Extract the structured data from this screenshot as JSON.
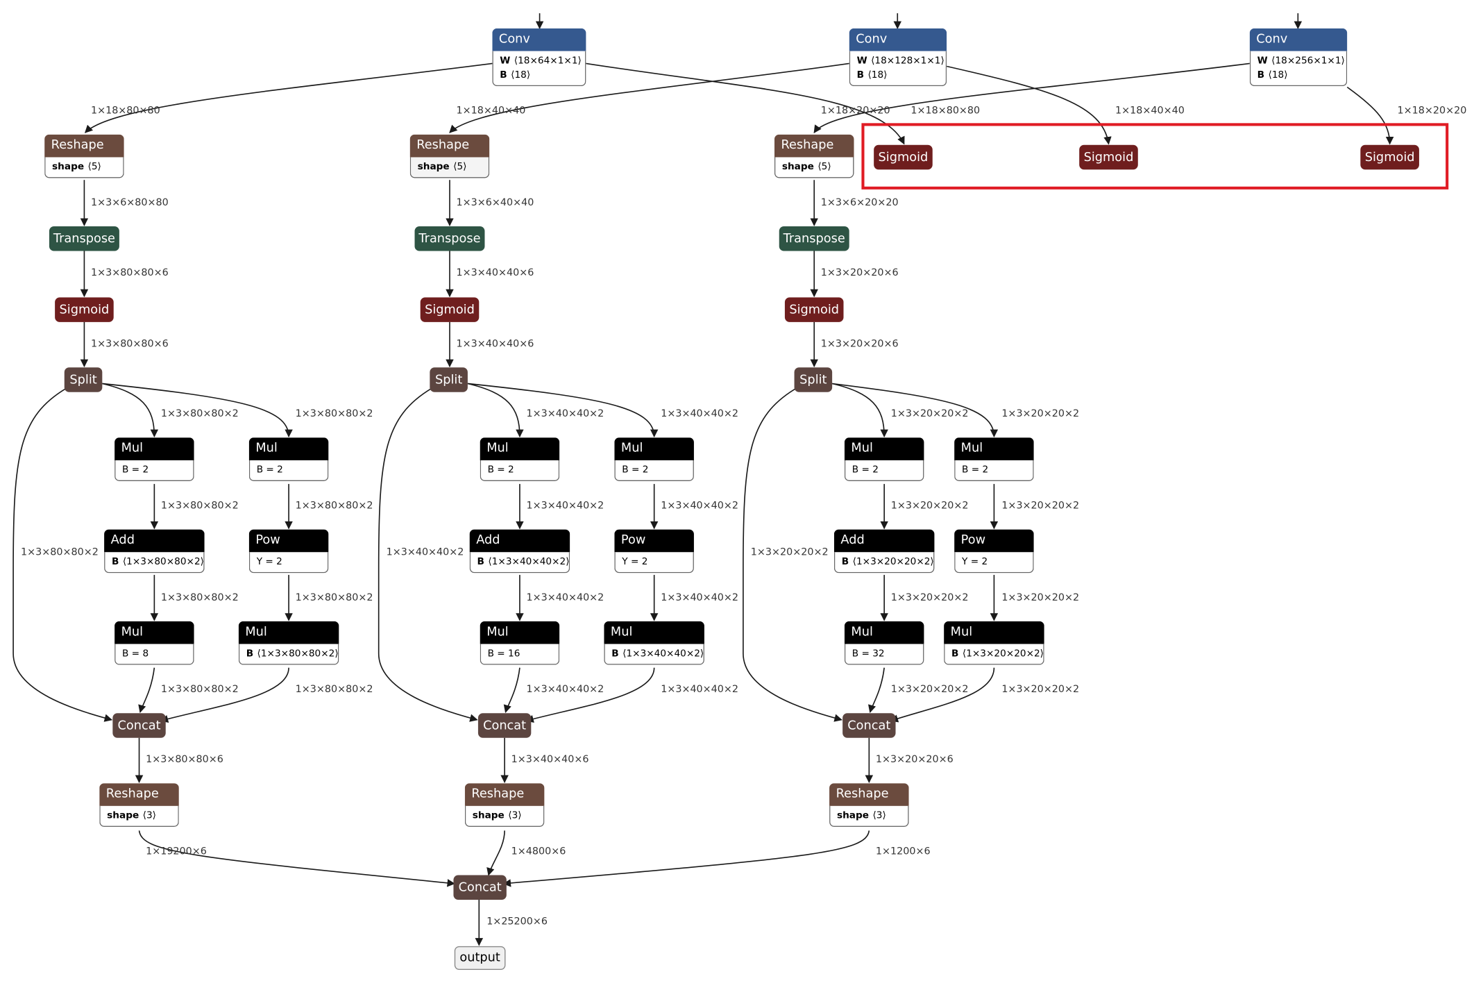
{
  "colors": {
    "conv": "#35598f",
    "reshape": "#6b4b3e",
    "transpose": "#2e5444",
    "sigmoid": "#6f1e1e",
    "split": "#5c4540",
    "concat": "#5c4540",
    "math": "#000000",
    "output": "#f0f0f0",
    "edge": "#1a1a1a",
    "highlight": "#e01b24"
  },
  "nodes": {
    "conv1": {
      "title": "Conv",
      "attrs": [
        {
          "k": "W",
          "v": "⟨18×64×1×1⟩"
        },
        {
          "k": "B",
          "v": "⟨18⟩"
        }
      ]
    },
    "conv2": {
      "title": "Conv",
      "attrs": [
        {
          "k": "W",
          "v": "⟨18×128×1×1⟩"
        },
        {
          "k": "B",
          "v": "⟨18⟩"
        }
      ]
    },
    "conv3": {
      "title": "Conv",
      "attrs": [
        {
          "k": "W",
          "v": "⟨18×256×1×1⟩"
        },
        {
          "k": "B",
          "v": "⟨18⟩"
        }
      ]
    },
    "sigA": {
      "title": "Sigmoid"
    },
    "sigB": {
      "title": "Sigmoid"
    },
    "sigC": {
      "title": "Sigmoid"
    },
    "reshape1": {
      "title": "Reshape",
      "attrs": [
        {
          "k": "shape",
          "v": "⟨5⟩"
        }
      ]
    },
    "reshape2": {
      "title": "Reshape",
      "attrs": [
        {
          "k": "shape",
          "v": "⟨5⟩"
        }
      ]
    },
    "reshape3": {
      "title": "Reshape",
      "attrs": [
        {
          "k": "shape",
          "v": "⟨5⟩"
        }
      ]
    },
    "transpose1": {
      "title": "Transpose"
    },
    "transpose2": {
      "title": "Transpose"
    },
    "transpose3": {
      "title": "Transpose"
    },
    "sigmoid1": {
      "title": "Sigmoid"
    },
    "sigmoid2": {
      "title": "Sigmoid"
    },
    "sigmoid3": {
      "title": "Sigmoid"
    },
    "split1": {
      "title": "Split"
    },
    "split2": {
      "title": "Split"
    },
    "split3": {
      "title": "Split"
    },
    "mulA1": {
      "title": "Mul",
      "attrs": [
        {
          "k": "",
          "v": "B = 2"
        }
      ]
    },
    "mulA2": {
      "title": "Mul",
      "attrs": [
        {
          "k": "",
          "v": "B = 2"
        }
      ]
    },
    "mulA3": {
      "title": "Mul",
      "attrs": [
        {
          "k": "",
          "v": "B = 2"
        }
      ]
    },
    "mulB1": {
      "title": "Mul",
      "attrs": [
        {
          "k": "",
          "v": "B = 2"
        }
      ]
    },
    "mulB2": {
      "title": "Mul",
      "attrs": [
        {
          "k": "",
          "v": "B = 2"
        }
      ]
    },
    "mulB3": {
      "title": "Mul",
      "attrs": [
        {
          "k": "",
          "v": "B = 2"
        }
      ]
    },
    "add1": {
      "title": "Add",
      "attrs": [
        {
          "k": "B",
          "v": "⟨1×3×80×80×2⟩"
        }
      ]
    },
    "add2": {
      "title": "Add",
      "attrs": [
        {
          "k": "B",
          "v": "⟨1×3×40×40×2⟩"
        }
      ]
    },
    "add3": {
      "title": "Add",
      "attrs": [
        {
          "k": "B",
          "v": "⟨1×3×20×20×2⟩"
        }
      ]
    },
    "pow1": {
      "title": "Pow",
      "attrs": [
        {
          "k": "",
          "v": "Y = 2"
        }
      ]
    },
    "pow2": {
      "title": "Pow",
      "attrs": [
        {
          "k": "",
          "v": "Y = 2"
        }
      ]
    },
    "pow3": {
      "title": "Pow",
      "attrs": [
        {
          "k": "",
          "v": "Y = 2"
        }
      ]
    },
    "mulC1": {
      "title": "Mul",
      "attrs": [
        {
          "k": "",
          "v": "B = 8"
        }
      ]
    },
    "mulC2": {
      "title": "Mul",
      "attrs": [
        {
          "k": "",
          "v": "B = 16"
        }
      ]
    },
    "mulC3": {
      "title": "Mul",
      "attrs": [
        {
          "k": "",
          "v": "B = 32"
        }
      ]
    },
    "mulD1": {
      "title": "Mul",
      "attrs": [
        {
          "k": "B",
          "v": "⟨1×3×80×80×2⟩"
        }
      ]
    },
    "mulD2": {
      "title": "Mul",
      "attrs": [
        {
          "k": "B",
          "v": "⟨1×3×40×40×2⟩"
        }
      ]
    },
    "mulD3": {
      "title": "Mul",
      "attrs": [
        {
          "k": "B",
          "v": "⟨1×3×20×20×2⟩"
        }
      ]
    },
    "concat1": {
      "title": "Concat"
    },
    "concat2": {
      "title": "Concat"
    },
    "concat3": {
      "title": "Concat"
    },
    "reshapeOut1": {
      "title": "Reshape",
      "attrs": [
        {
          "k": "shape",
          "v": "⟨3⟩"
        }
      ]
    },
    "reshapeOut2": {
      "title": "Reshape",
      "attrs": [
        {
          "k": "shape",
          "v": "⟨3⟩"
        }
      ]
    },
    "reshapeOut3": {
      "title": "Reshape",
      "attrs": [
        {
          "k": "shape",
          "v": "⟨3⟩"
        }
      ]
    },
    "concatFinal": {
      "title": "Concat"
    },
    "output": {
      "title": "output"
    }
  },
  "edge_labels": {
    "c1_r1": "1×18×80×80",
    "c2_r2": "1×18×40×40",
    "c3_r3": "1×18×20×20",
    "c1_sa": "1×18×80×80",
    "c2_sb": "1×18×40×40",
    "c3_sc": "1×18×20×20",
    "r1_t1": "1×3×6×80×80",
    "r2_t2": "1×3×6×40×40",
    "r3_t3": "1×3×6×20×20",
    "t1_s1": "1×3×80×80×6",
    "t2_s2": "1×3×40×40×6",
    "t3_s3": "1×3×20×20×6",
    "s1_sp1": "1×3×80×80×6",
    "s2_sp2": "1×3×40×40×6",
    "s3_sp3": "1×3×20×20×6",
    "sp1_ma": "1×3×80×80×2",
    "sp1_mb": "1×3×80×80×2",
    "sp1_cc": "1×3×80×80×2",
    "sp2_ma": "1×3×40×40×2",
    "sp2_mb": "1×3×40×40×2",
    "sp2_cc": "1×3×40×40×2",
    "sp3_ma": "1×3×20×20×2",
    "sp3_mb": "1×3×20×20×2",
    "sp3_cc": "1×3×20×20×2",
    "ma1_add": "1×3×80×80×2",
    "mb1_pow": "1×3×80×80×2",
    "add1_mc": "1×3×80×80×2",
    "pow1_md": "1×3×80×80×2",
    "mc1_cc": "1×3×80×80×2",
    "md1_cc": "1×3×80×80×2",
    "ma2_add": "1×3×40×40×2",
    "mb2_pow": "1×3×40×40×2",
    "add2_mc": "1×3×40×40×2",
    "pow2_md": "1×3×40×40×2",
    "mc2_cc": "1×3×40×40×2",
    "md2_cc": "1×3×40×40×2",
    "ma3_add": "1×3×20×20×2",
    "mb3_pow": "1×3×20×20×2",
    "add3_mc": "1×3×20×20×2",
    "pow3_md": "1×3×20×20×2",
    "mc3_cc": "1×3×20×20×2",
    "md3_cc": "1×3×20×20×2",
    "cc1_ro1": "1×3×80×80×6",
    "cc2_ro2": "1×3×40×40×6",
    "cc3_ro3": "1×3×20×20×6",
    "ro1_cf": "1×19200×6",
    "ro2_cf": "1×4800×6",
    "ro3_cf": "1×1200×6",
    "cf_out": "1×25200×6"
  }
}
